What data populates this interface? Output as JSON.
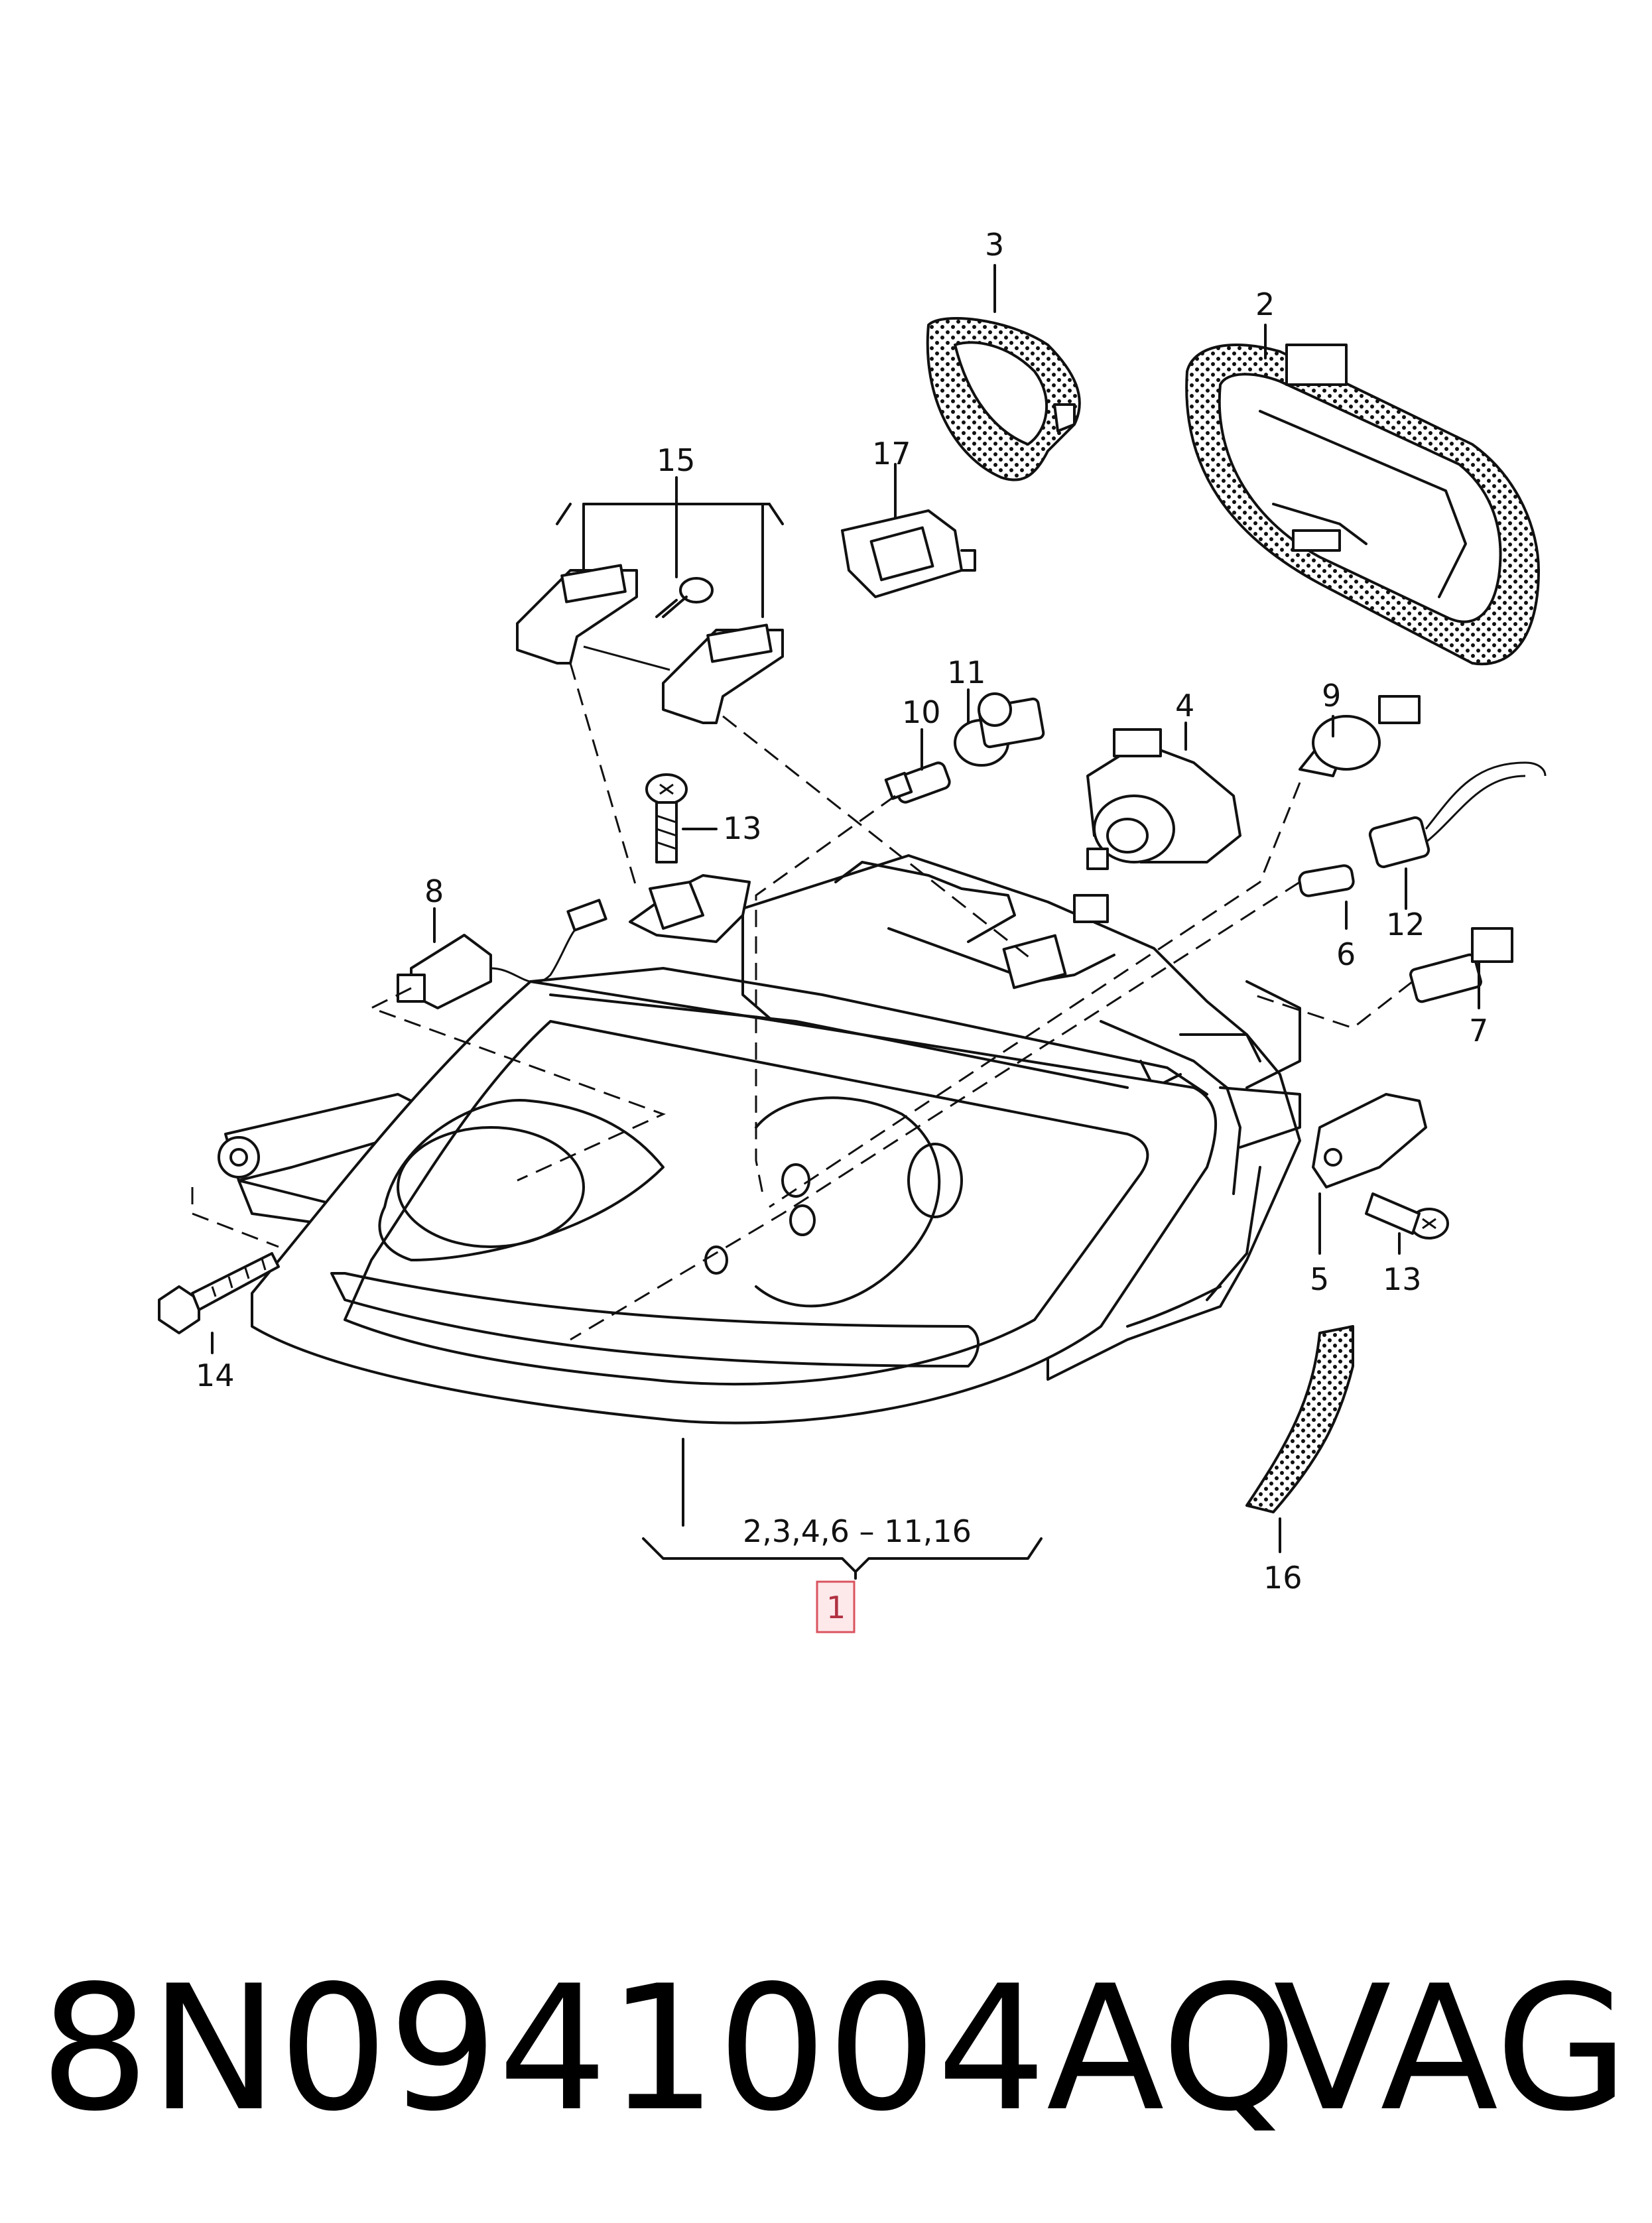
{
  "diagram": {
    "callouts": {
      "c1": "1",
      "c2": "2",
      "c3": "3",
      "c4": "4",
      "c5": "5",
      "c6": "6",
      "c7": "7",
      "c8": "8",
      "c9": "9",
      "c10": "10",
      "c11": "11",
      "c12": "12",
      "c13a": "13",
      "c13b": "13",
      "c14": "14",
      "c15": "15",
      "c16": "16",
      "c17": "17"
    },
    "group_label": "2,3,4,6 – 11,16",
    "highlight_color": "#d9535f"
  },
  "footer": {
    "part_number": "8N0941004AQ",
    "brand": "VAG"
  }
}
